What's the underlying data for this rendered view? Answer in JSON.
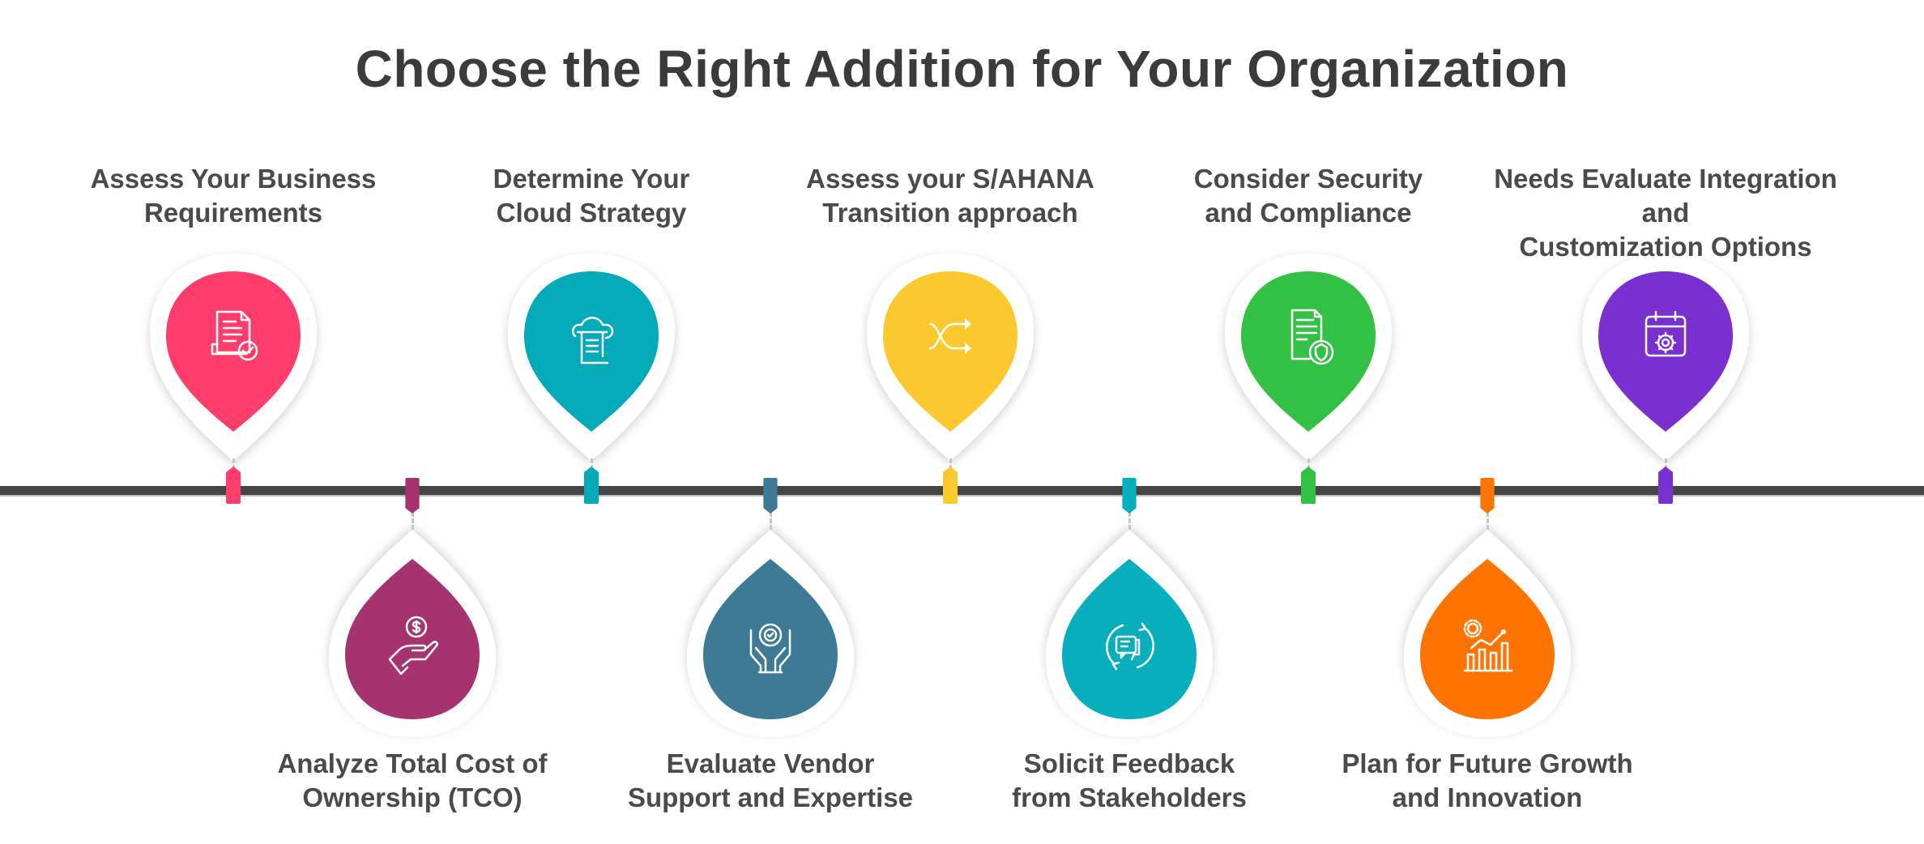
{
  "title": "Choose the Right Addition for Your Organization",
  "steps": [
    {
      "lines": [
        "Assess Your Business",
        "Requirements"
      ],
      "color": "#ff3d6b",
      "icon": "document-check-icon",
      "position": "top"
    },
    {
      "lines": [
        "Analyze Total Cost of",
        "Ownership (TCO)"
      ],
      "color": "#a5336f",
      "icon": "hand-dollar-icon",
      "position": "bottom"
    },
    {
      "lines": [
        "Determine Your",
        "Cloud Strategy"
      ],
      "color": "#03aab8",
      "icon": "cloud-scroll-icon",
      "position": "top"
    },
    {
      "lines": [
        "Evaluate Vendor",
        "Support and Expertise"
      ],
      "color": "#3e7996",
      "icon": "hands-gear-icon",
      "position": "bottom"
    },
    {
      "lines": [
        "Assess your S/AHANA",
        "Transition approach"
      ],
      "color": "#fbc92f",
      "icon": "shuffle-icon",
      "position": "top"
    },
    {
      "lines": [
        "Solicit Feedback",
        "from Stakeholders"
      ],
      "color": "#07aebb",
      "icon": "chat-refresh-icon",
      "position": "bottom"
    },
    {
      "lines": [
        "Consider Security",
        "and Compliance"
      ],
      "color": "#32c045",
      "icon": "document-shield-icon",
      "position": "top"
    },
    {
      "lines": [
        "Plan for Future Growth",
        "and Innovation"
      ],
      "color": "#ff7300",
      "icon": "growth-chart-icon",
      "position": "bottom"
    },
    {
      "lines": [
        "Needs Evaluate Integration and",
        "Customization Options"
      ],
      "color": "#7a30cf",
      "icon": "calendar-gear-icon",
      "position": "top"
    }
  ]
}
